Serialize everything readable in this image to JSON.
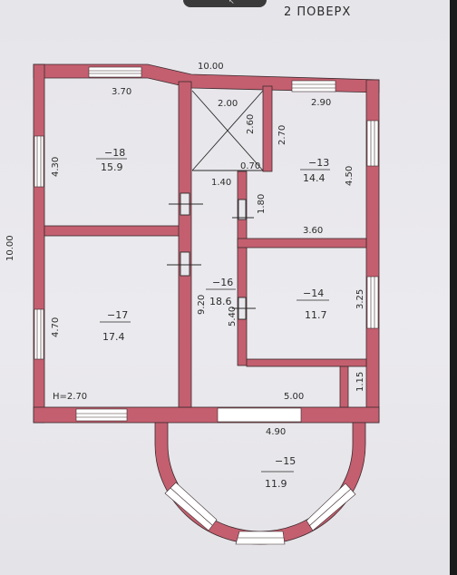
{
  "floor_title": "2 ПОВЕРХ",
  "colors": {
    "wall": "#c45f6f",
    "wall_stroke": "#3a2a2e",
    "window": "#ffffff",
    "paper": "#e8e7eb",
    "text": "#2b2b2b"
  },
  "dims": {
    "top_total": "10.00",
    "left_total": "10.00",
    "r18_width": "3.70",
    "r18_depth": "4.30",
    "stair_width": "2.00",
    "stair_depth": "2.60",
    "stair_landing": "0.70",
    "corridor_top": "1.40",
    "r13_width": "2.90",
    "r13_depth_left": "2.70",
    "r13_depth_right": "4.50",
    "r13_partition": "1.80",
    "r13_bottom": "3.60",
    "r14_depth": "3.25",
    "r16_length": "9.20",
    "r16_side": "5.40",
    "r17_depth": "4.70",
    "r17_height": "H=2.70",
    "bottom_corridor": "5.00",
    "bottom_small": "1.15",
    "bay_width": "4.90"
  },
  "rooms": {
    "r18": {
      "num": "−18",
      "area": "15.9"
    },
    "r13": {
      "num": "−13",
      "area": "14.4"
    },
    "r14": {
      "num": "−14",
      "area": "11.7"
    },
    "r16": {
      "num": "−16",
      "area": "18.6"
    },
    "r17": {
      "num": "−17",
      "area": "17.4"
    },
    "r15": {
      "num": "−15",
      "area": "11.9"
    }
  }
}
